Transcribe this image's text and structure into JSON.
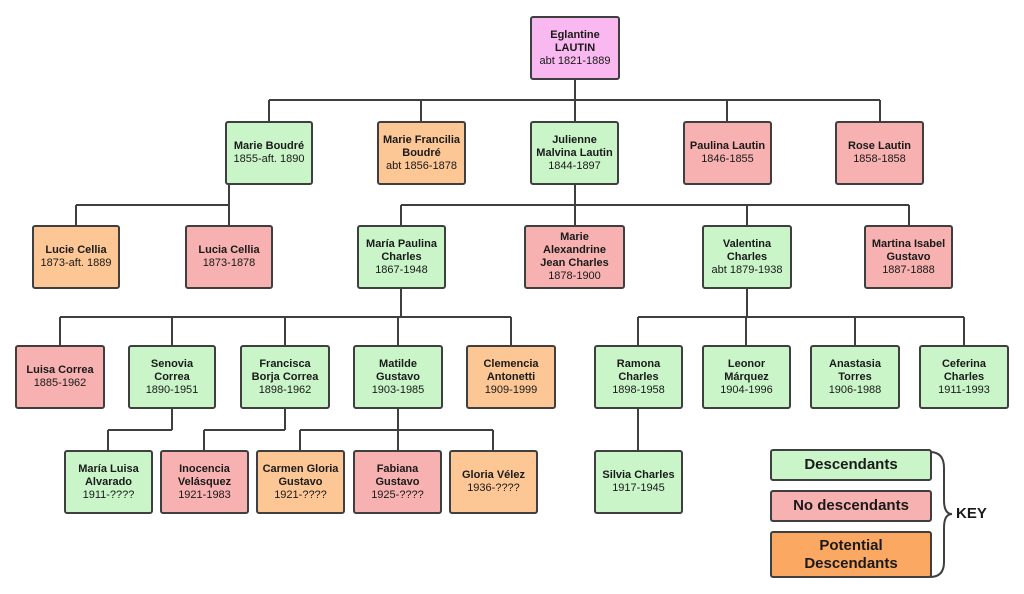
{
  "colors": {
    "descendants": "#c9f5c9",
    "no_descendants": "#f7b1b1",
    "potential": "#fcc795",
    "root": "#f9b8ef",
    "line": "#3f3f3f"
  },
  "people": {
    "eglantine": {
      "name": "Eglantine LAUTIN",
      "dates": "abt 1821-1889"
    },
    "marie_boudre": {
      "name": "Marie Boudré",
      "dates": "1855-aft. 1890"
    },
    "marie_francilia": {
      "name": "Marie Francilia Boudré",
      "dates": "abt 1856-1878"
    },
    "julienne": {
      "name": "Julienne Malvina Lautin",
      "dates": "1844-1897"
    },
    "paulina_lautin": {
      "name": "Paulina Lautin",
      "dates": "1846-1855"
    },
    "rose_lautin": {
      "name": "Rose Lautin",
      "dates": "1858-1858"
    },
    "lucie_cellia": {
      "name": "Lucie Cellia",
      "dates": "1873-aft. 1889"
    },
    "lucia_cellia": {
      "name": "Lucia Cellia",
      "dates": "1873-1878"
    },
    "maria_paulina": {
      "name": "María Paulina Charles",
      "dates": "1867-1948"
    },
    "marie_alexandrine": {
      "name": "Marie Alexandrine Jean Charles",
      "dates": "1878-1900"
    },
    "valentina": {
      "name": "Valentina Charles",
      "dates": "abt 1879-1938"
    },
    "martina": {
      "name": "Martina Isabel Gustavo",
      "dates": "1887-1888"
    },
    "luisa_correa": {
      "name": "Luisa Correa",
      "dates": "1885-1962"
    },
    "senovia": {
      "name": "Senovia Correa",
      "dates": "1890-1951"
    },
    "francisca": {
      "name": "Francisca Borja Correa",
      "dates": "1898-1962"
    },
    "matilde": {
      "name": "Matilde Gustavo",
      "dates": "1903-1985"
    },
    "clemencia": {
      "name": "Clemencia Antonetti",
      "dates": "1909-1999"
    },
    "ramona": {
      "name": "Ramona Charles",
      "dates": "1898-1958"
    },
    "leonor": {
      "name": "Leonor Márquez",
      "dates": "1904-1996"
    },
    "anastasia": {
      "name": "Anastasia Torres",
      "dates": "1906-1988"
    },
    "ceferina": {
      "name": "Ceferina Charles",
      "dates": "1911-1993"
    },
    "maria_luisa": {
      "name": "María Luisa Alvarado",
      "dates": "1911-????"
    },
    "inocencia": {
      "name": "Inocencia Velásquez",
      "dates": "1921-1983"
    },
    "carmen_gloria": {
      "name": "Carmen Gloria Gustavo",
      "dates": "1921-????"
    },
    "fabiana": {
      "name": "Fabiana Gustavo",
      "dates": "1925-????"
    },
    "gloria_velez": {
      "name": "Gloria Vélez",
      "dates": "1936-????"
    },
    "silvia": {
      "name": "Silvia Charles",
      "dates": "1917-1945"
    }
  },
  "key": {
    "title": "KEY",
    "descendants": "Descendants",
    "no_descendants": "No descendants",
    "potential": "Potential Descendants"
  }
}
